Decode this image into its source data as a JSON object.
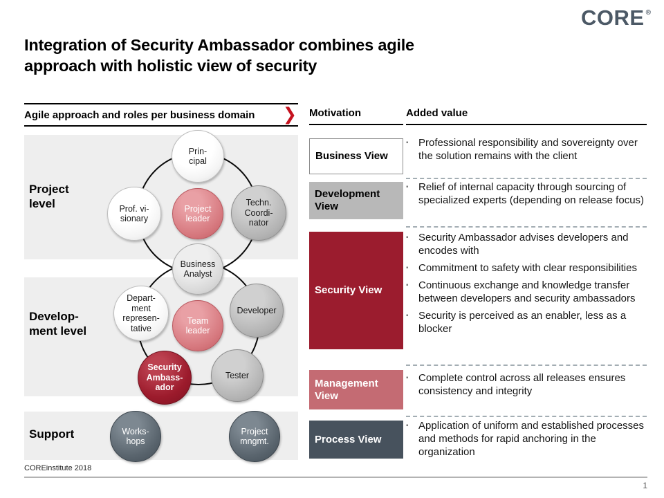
{
  "colors": {
    "brand_slate": "#4C5966",
    "accent_red": "#C5121F",
    "security_red": "#9B1C2E",
    "management_rose": "#C46B73",
    "process_slate": "#47525D",
    "development_gray": "#B8B8B8",
    "panel_gray": "#EEEEEE"
  },
  "logo": {
    "text": "CORE",
    "registered": "®"
  },
  "title": "Integration of Security Ambassador combines agile\napproach with holistic view of security",
  "diagram": {
    "header": "Agile approach and roles per business domain",
    "chevron_icon": "❯",
    "levels": {
      "project": "Project\nlevel",
      "development": "Develop-\nment level",
      "support": "Support"
    },
    "nodes": {
      "principal": "Prin-\ncipal",
      "prof_visionary": "Prof. vi-\nsionary",
      "project_leader": "Project\nleader",
      "techn_coordinator": "Techn.\nCoordi-\nnator",
      "business_analyst": "Business\nAnalyst",
      "department_representative": "Depart-\nment\nrepresen-\ntative",
      "team_leader": "Team\nleader",
      "developer": "Developer",
      "security_ambassador": "Security\nAmbass-\nador",
      "tester": "Tester",
      "workshops": "Works-\nhops",
      "project_mngmt": "Project\nmngmt."
    }
  },
  "table": {
    "col_motivation": "Motivation",
    "col_added_value": "Added value",
    "rows": [
      {
        "view": "Business View",
        "bullets": [
          "Professional responsibility and sovereignty over the solution remains with the client"
        ]
      },
      {
        "view": "Development View",
        "bullets": [
          "Relief of internal capacity through sourcing of specialized experts (depending on release focus)"
        ]
      },
      {
        "view": "Security View",
        "bullets": [
          "Security Ambassador advises developers and encodes with",
          "Commitment to safety with clear responsibilities",
          "Continuous exchange and knowledge transfer between developers and security ambassadors",
          "Security is perceived as an enabler, less as a blocker"
        ]
      },
      {
        "view": "Management View",
        "bullets": [
          "Complete control across all releases ensures consistency and integrity"
        ]
      },
      {
        "view": "Process View",
        "bullets": [
          "Application of uniform and established processes and methods for rapid anchoring in the organization"
        ]
      }
    ]
  },
  "footer": {
    "left": "COREinstitute 2018",
    "page": "1"
  }
}
